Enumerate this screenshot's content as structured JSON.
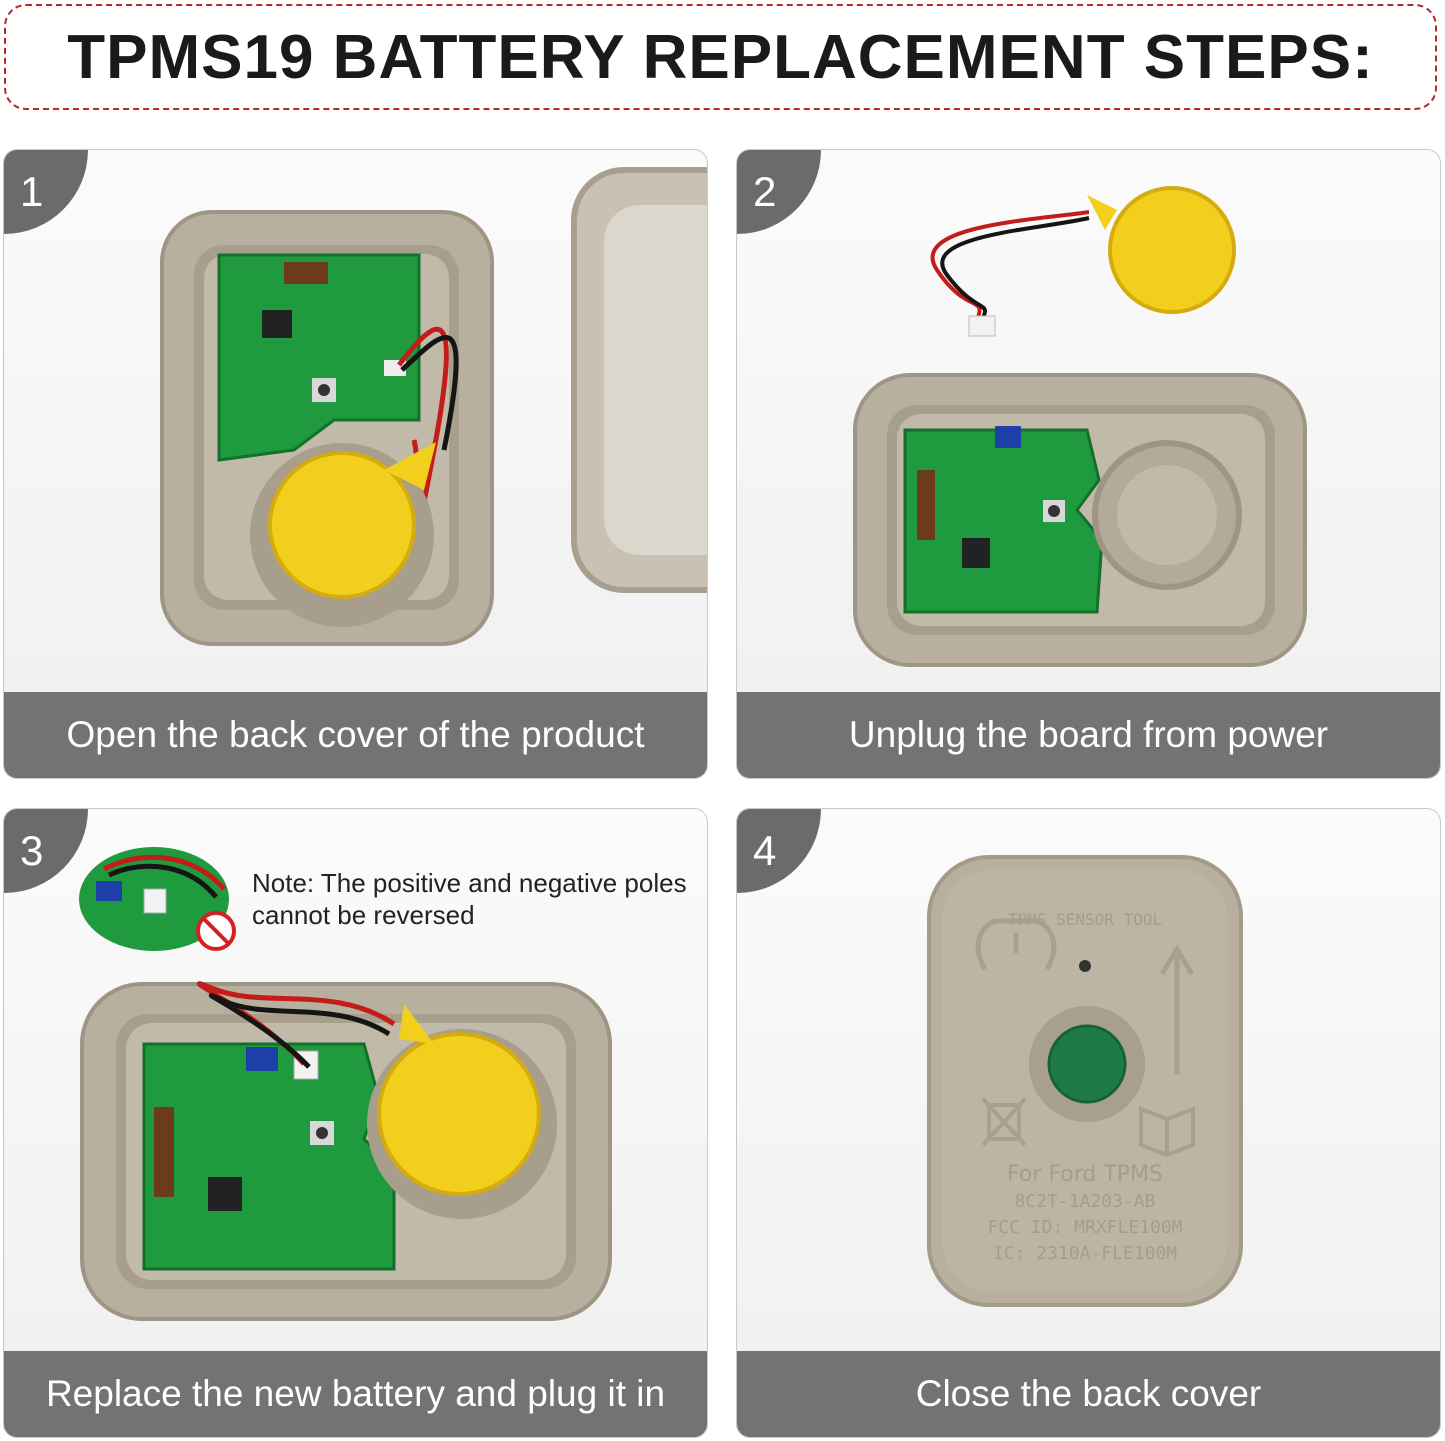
{
  "title": "TPMS19 BATTERY REPLACEMENT STEPS:",
  "steps": [
    {
      "number": "1",
      "caption": "Open the back cover of the product"
    },
    {
      "number": "2",
      "caption": "Unplug the board from power"
    },
    {
      "number": "3",
      "caption": "Replace the new battery and plug it in",
      "note": "Note: The positive and negative poles cannot be reversed"
    },
    {
      "number": "4",
      "caption": "Close the back cover"
    }
  ],
  "device_label": {
    "brand": "TPMS SENSOR TOOL",
    "line1": "For Ford TPMS",
    "line2": "8C2T-1A203-AB",
    "line3": "FCC ID: MRXFLE100M",
    "line4": "IC: 2310A-FLE100M"
  },
  "colors": {
    "title_border": "#b22a2a",
    "badge": "#6b6b6b",
    "caption_bar": "#737373",
    "housing": "#b8b09f",
    "pcb": "#1f9a3e",
    "battery": "#f2cf1d",
    "button": "#1e7a46"
  }
}
